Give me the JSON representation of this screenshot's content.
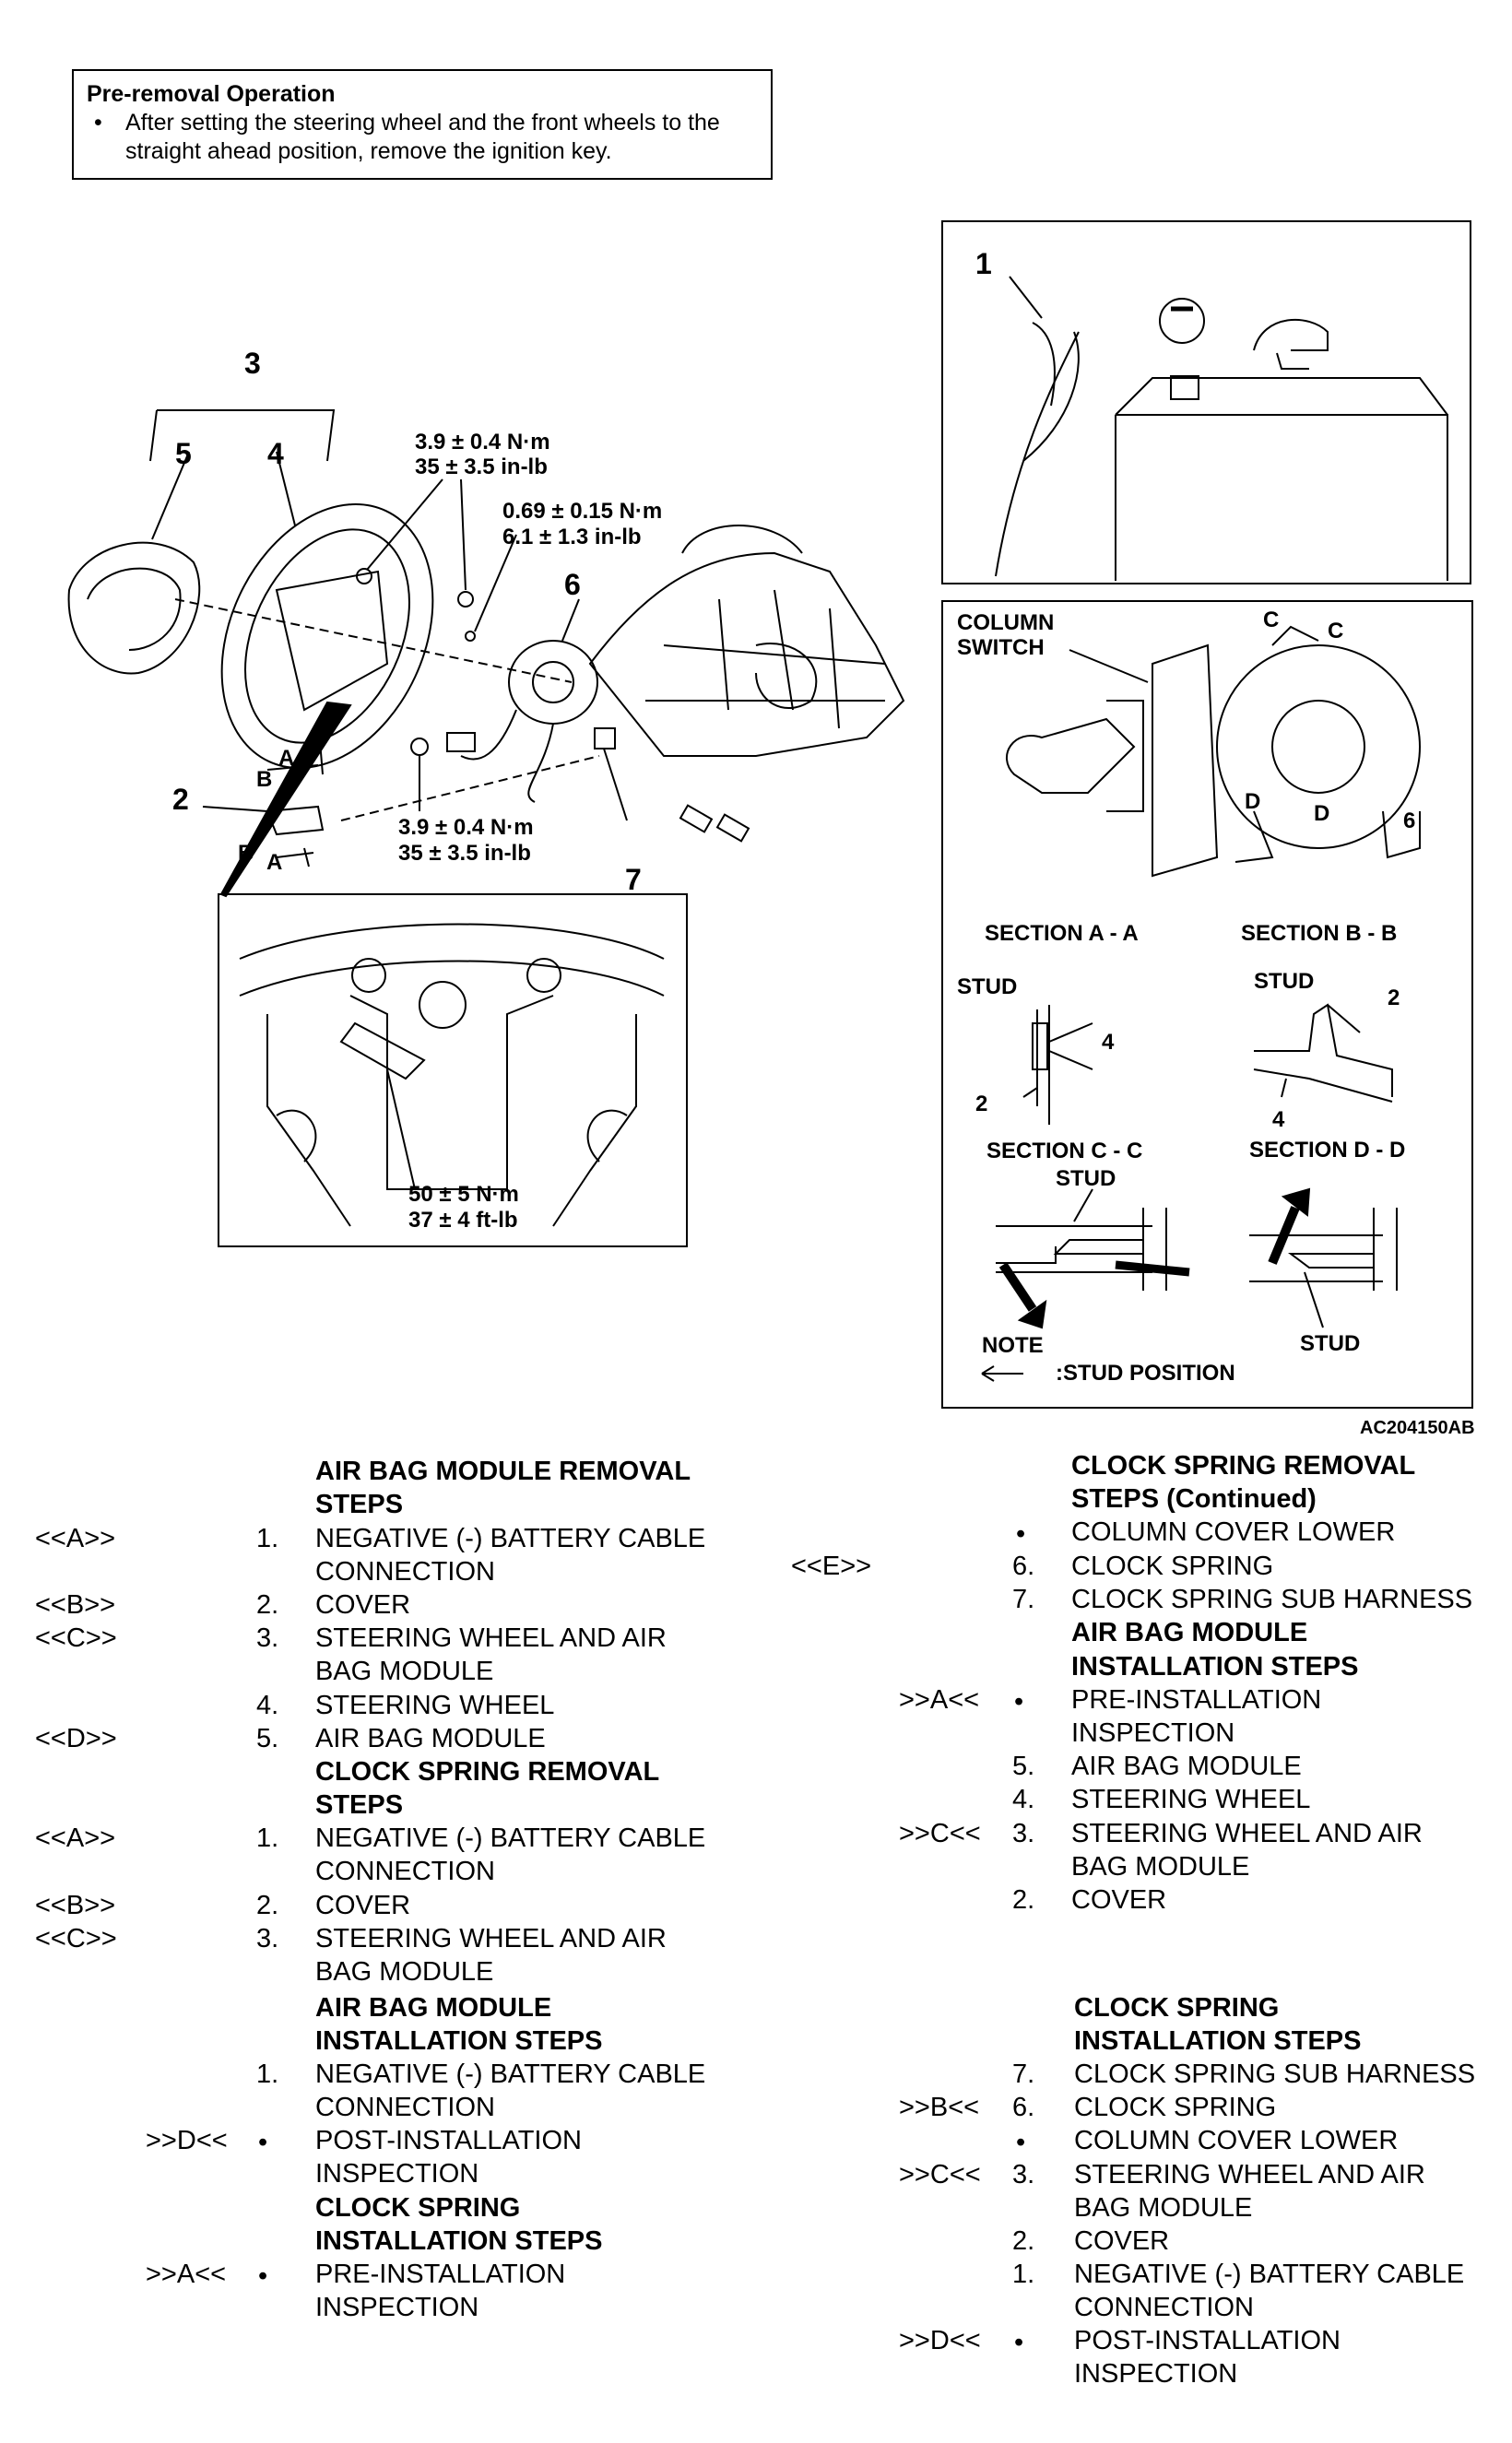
{
  "pre_removal": {
    "title": "Pre-removal Operation",
    "bullet": "•",
    "text_line1": "After setting the steering wheel and the front wheels to the",
    "text_line2": "straight ahead position, remove the ignition key."
  },
  "figure": {
    "callouts": {
      "c1": "1",
      "c2": "2",
      "c3": "3",
      "c4": "4",
      "c5": "5",
      "c6": "6",
      "c7": "7"
    },
    "torques": {
      "t1_line1": "3.9 ± 0.4 N·m",
      "t1_line2": "35 ± 3.5 in-lb",
      "t2_line1": "0.69 ± 0.15 N·m",
      "t2_line2": "6.1 ± 1.3 in-lb",
      "t3_line1": "3.9 ± 0.4 N·m",
      "t3_line2": "35 ± 3.5 in-lb",
      "t4_line1": "50 ± 5 N·m",
      "t4_line2": "37 ± 4 ft-lb"
    },
    "letters": {
      "A": "A",
      "B": "B",
      "C": "C",
      "D": "D"
    },
    "battery_minus": "−",
    "column_switch_line1": "COLUMN",
    "column_switch_line2": "SWITCH",
    "label_six": "6",
    "section_aa": "SECTION A - A",
    "section_bb": "SECTION B - B",
    "section_cc": "SECTION C - C",
    "section_dd": "SECTION D - D",
    "stud": "STUD",
    "small_2": "2",
    "small_4": "4",
    "note": "NOTE",
    "note_text": ":STUD POSITION",
    "figure_id": "AC204150AB"
  },
  "left_column": {
    "h1_line1": "AIR BAG MODULE REMOVAL",
    "h1_line2": "STEPS",
    "r1_code": "<<A>>",
    "r1_num": "1.",
    "r1_line1": "NEGATIVE (-) BATTERY CABLE",
    "r1_line2": "CONNECTION",
    "r2_code": "<<B>>",
    "r2_num": "2.",
    "r2_text": "COVER",
    "r3_code": "<<C>>",
    "r3_num": "3.",
    "r3_line1": "STEERING WHEEL AND AIR",
    "r3_line2": "BAG MODULE",
    "r4_num": "4.",
    "r4_text": "STEERING WHEEL",
    "r5_code": "<<D>>",
    "r5_num": "5.",
    "r5_text": "AIR BAG MODULE",
    "h2_line1": "CLOCK SPRING REMOVAL",
    "h2_line2": "STEPS",
    "r6_code": "<<A>>",
    "r6_num": "1.",
    "r6_line1": "NEGATIVE (-) BATTERY CABLE",
    "r6_line2": "CONNECTION",
    "r7_code": "<<B>>",
    "r7_num": "2.",
    "r7_text": "COVER",
    "r8_code": "<<C>>",
    "r8_num": "3.",
    "r8_line1": "STEERING WHEEL AND AIR",
    "r8_line2": "BAG MODULE",
    "h3_line1": "AIR BAG MODULE",
    "h3_line2": "INSTALLATION STEPS",
    "r9_num": "1.",
    "r9_line1": "NEGATIVE (-) BATTERY CABLE",
    "r9_line2": "CONNECTION",
    "r10_code": ">>D<<",
    "r10_bullet": "•",
    "r10_line1": "POST-INSTALLATION",
    "r10_line2": "INSPECTION",
    "h4_line1": "CLOCK SPRING",
    "h4_line2": "INSTALLATION STEPS",
    "r11_code": ">>A<<",
    "r11_bullet": "•",
    "r11_line1": "PRE-INSTALLATION",
    "r11_line2": "INSPECTION"
  },
  "right_column": {
    "h1_line1": "CLOCK SPRING REMOVAL",
    "h1_line2": "STEPS (Continued)",
    "r1_bullet": "•",
    "r1_text": "COLUMN COVER LOWER",
    "r2_code": "<<E>>",
    "r2_num": "6.",
    "r2_text": "CLOCK SPRING",
    "r3_num": "7.",
    "r3_text": "CLOCK SPRING SUB HARNESS",
    "h2_line1": "AIR BAG MODULE",
    "h2_line2": "INSTALLATION STEPS",
    "r4_code": ">>A<<",
    "r4_bullet": "•",
    "r4_line1": "PRE-INSTALLATION",
    "r4_line2": "INSPECTION",
    "r5_num": "5.",
    "r5_text": "AIR BAG MODULE",
    "r6_num": "4.",
    "r6_text": "STEERING WHEEL",
    "r7_code": ">>C<<",
    "r7_num": "3.",
    "r7_line1": "STEERING WHEEL AND AIR",
    "r7_line2": "BAG MODULE",
    "r8_num": "2.",
    "r8_text": "COVER",
    "h3_line1": "CLOCK SPRING",
    "h3_line2": "INSTALLATION STEPS",
    "r9_num": "7.",
    "r9_text": "CLOCK SPRING SUB HARNESS",
    "r10_code": ">>B<<",
    "r10_num": "6.",
    "r10_text": "CLOCK SPRING",
    "r11_bullet": "•",
    "r11_text": "COLUMN COVER LOWER",
    "r12_code": ">>C<<",
    "r12_num": "3.",
    "r12_line1": "STEERING WHEEL AND AIR",
    "r12_line2": "BAG MODULE",
    "r13_num": "2.",
    "r13_text": "COVER",
    "r14_num": "1.",
    "r14_line1": "NEGATIVE (-) BATTERY CABLE",
    "r14_line2": "CONNECTION",
    "r15_code": ">>D<<",
    "r15_bullet": "•",
    "r15_line1": "POST-INSTALLATION",
    "r15_line2": "INSPECTION"
  }
}
